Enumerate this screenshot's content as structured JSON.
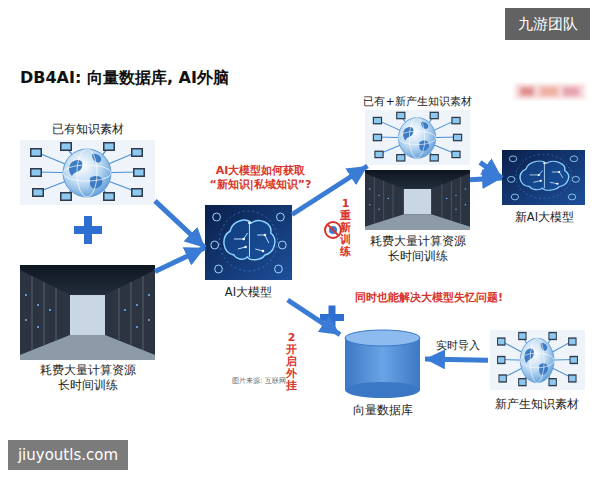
{
  "diagram": {
    "title": "DB4AI: 向量数据库, AI外脑",
    "nodes": [
      {
        "text": [
          "已有知识素材"
        ]
      },
      {
        "text": [
          "耗费大量计算资源 长时间训练"
        ]
      },
      {
        "text": [
          "AI大模型"
        ]
      },
      {
        "text": [
          "已有+新产生知识素材"
        ]
      },
      {
        "text": [
          "耗费大量计算资源 长时间训练"
        ]
      },
      {
        "text": [
          "新AI大模型"
        ]
      },
      {
        "text": [
          "向量数据库"
        ]
      },
      {
        "text": [
          "新产生知识素材"
        ]
      }
    ],
    "edges": [
      {
        "from": 0,
        "to": 2,
        "arrow": "to"
      },
      {
        "from": 1,
        "to": 2,
        "arrow": "to"
      },
      {
        "from": 2,
        "to": 3,
        "label": "1 重 新 训 练",
        "arrow": "to"
      },
      {
        "from": 3,
        "to": 5,
        "arrow": "to"
      },
      {
        "from": 4,
        "to": 5,
        "arrow": "to"
      },
      {
        "from": 2,
        "to": 6,
        "label": "2 开 启 外 挂",
        "arrow": "to"
      },
      {
        "from": 7,
        "to": 6,
        "label": "实时导入",
        "arrow": "to"
      }
    ],
    "labels": [
      "九游团队",
      "AI大模型如何获取 “新知识|私域知识”?",
      "图片来源: 互联网",
      "同时也能解决大模型失忆问题!",
      "jiuyoutls.com"
    ]
  }
}
